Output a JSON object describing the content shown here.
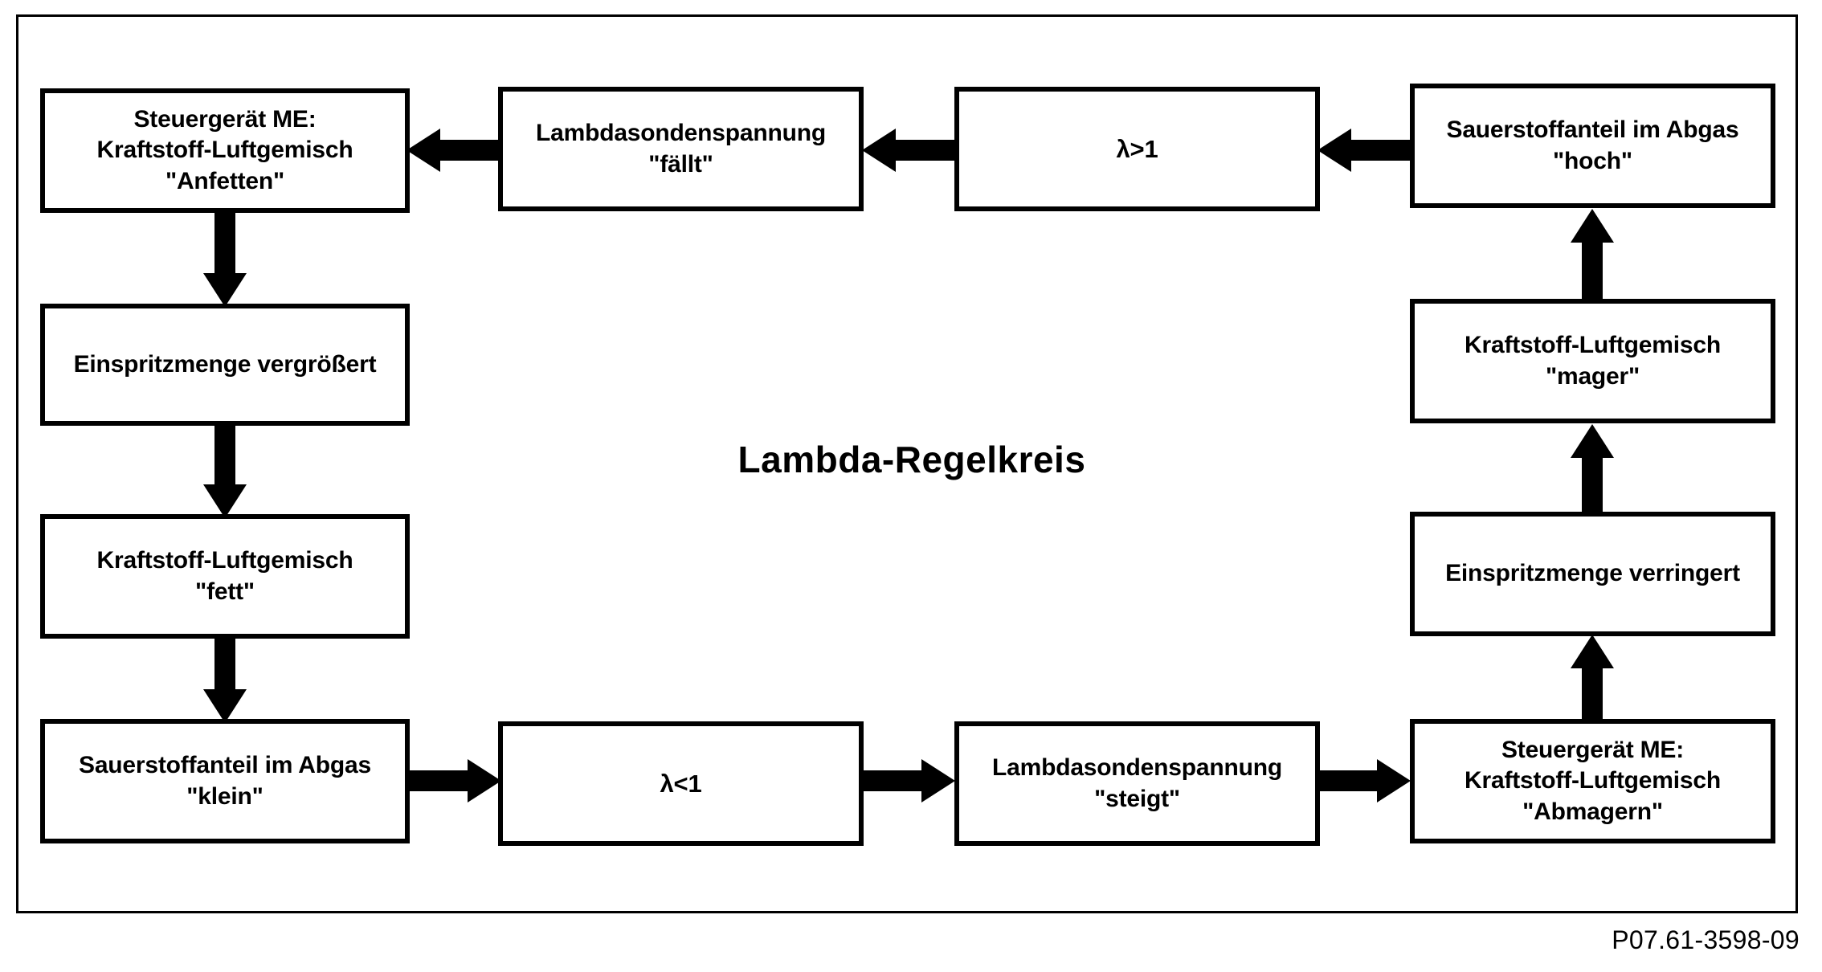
{
  "diagram": {
    "title": "Lambda-Regelkreis",
    "caption": "P07.61-3598-09",
    "stroke_color": "#000000",
    "fill_color": "#ffffff"
  },
  "nodes": [
    {
      "id": "steuergeraet-anfetten",
      "lines": [
        "Steuergerät ME:",
        "Kraftstoff-Luftgemisch",
        "\"Anfetten\""
      ]
    },
    {
      "id": "lambdasondenspannung-faellt",
      "lines": [
        "Lambdasondenspannung",
        "\"fällt\""
      ]
    },
    {
      "id": "lambda-groesser-eins",
      "lines": [
        "λ>1"
      ]
    },
    {
      "id": "sauerstoffanteil-hoch",
      "lines": [
        "Sauerstoffanteil im Abgas",
        "\"hoch\""
      ]
    },
    {
      "id": "einspritzmenge-vergroessert",
      "lines": [
        "Einspritzmenge vergrößert"
      ]
    },
    {
      "id": "kraftstoff-luftgemisch-fett",
      "lines": [
        "Kraftstoff-Luftgemisch",
        "\"fett\""
      ]
    },
    {
      "id": "sauerstoffanteil-klein",
      "lines": [
        "Sauerstoffanteil im Abgas",
        "\"klein\""
      ]
    },
    {
      "id": "lambda-kleiner-eins",
      "lines": [
        "λ<1"
      ]
    },
    {
      "id": "lambdasondenspannung-steigt",
      "lines": [
        "Lambdasondenspannung",
        "\"steigt\""
      ]
    },
    {
      "id": "steuergeraet-abmagern",
      "lines": [
        "Steuergerät ME:",
        "Kraftstoff-Luftgemisch",
        "\"Abmagern\""
      ]
    },
    {
      "id": "einspritzmenge-verringert",
      "lines": [
        "Einspritzmenge verringert"
      ]
    },
    {
      "id": "kraftstoff-luftgemisch-mager",
      "lines": [
        "Kraftstoff-Luftgemisch",
        "\"mager\""
      ]
    }
  ],
  "flow": [
    {
      "from": "sauerstoffanteil-hoch",
      "to": "lambda-groesser-eins",
      "direction": "left"
    },
    {
      "from": "lambda-groesser-eins",
      "to": "lambdasondenspannung-faellt",
      "direction": "left"
    },
    {
      "from": "lambdasondenspannung-faellt",
      "to": "steuergeraet-anfetten",
      "direction": "left"
    },
    {
      "from": "steuergeraet-anfetten",
      "to": "einspritzmenge-vergroessert",
      "direction": "down"
    },
    {
      "from": "einspritzmenge-vergroessert",
      "to": "kraftstoff-luftgemisch-fett",
      "direction": "down"
    },
    {
      "from": "kraftstoff-luftgemisch-fett",
      "to": "sauerstoffanteil-klein",
      "direction": "down"
    },
    {
      "from": "sauerstoffanteil-klein",
      "to": "lambda-kleiner-eins",
      "direction": "right"
    },
    {
      "from": "lambda-kleiner-eins",
      "to": "lambdasondenspannung-steigt",
      "direction": "right"
    },
    {
      "from": "lambdasondenspannung-steigt",
      "to": "steuergeraet-abmagern",
      "direction": "right"
    },
    {
      "from": "steuergeraet-abmagern",
      "to": "einspritzmenge-verringert",
      "direction": "up"
    },
    {
      "from": "einspritzmenge-verringert",
      "to": "kraftstoff-luftgemisch-mager",
      "direction": "up"
    },
    {
      "from": "kraftstoff-luftgemisch-mager",
      "to": "sauerstoffanteil-hoch",
      "direction": "up"
    }
  ]
}
